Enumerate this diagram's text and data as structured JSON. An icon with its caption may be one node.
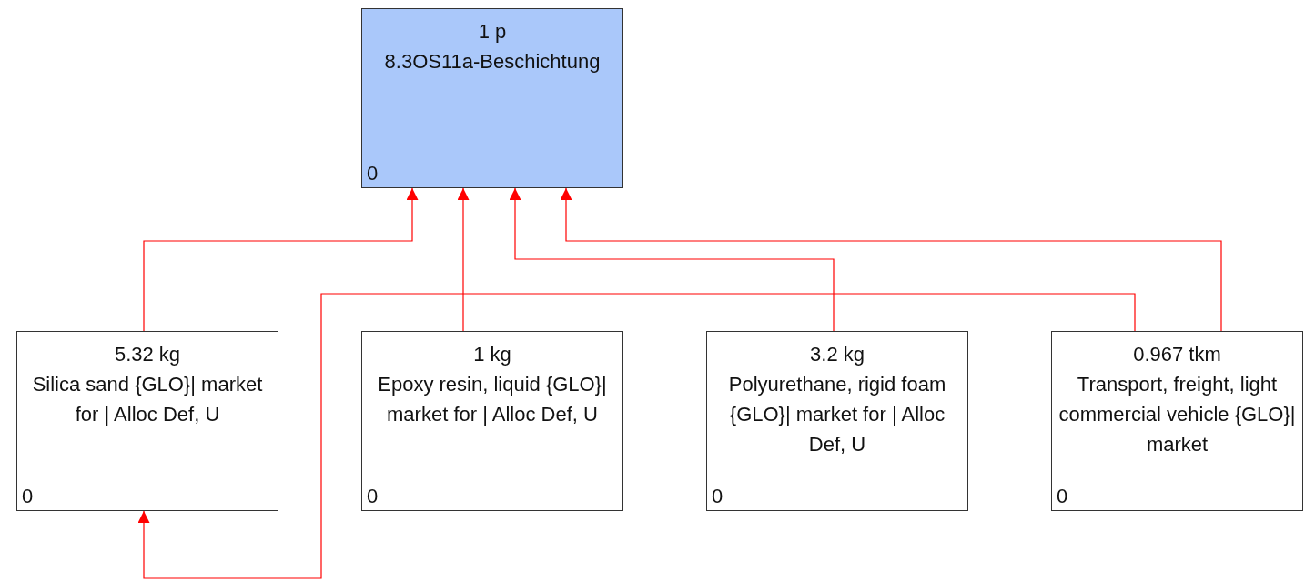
{
  "diagram": {
    "nodes": [
      {
        "text": [
          "1 p",
          "8.3OS11a-Beschichtung",
          "0"
        ]
      },
      {
        "text": [
          "5.32 kg",
          "Silica sand {GLO}| market for | Alloc Def, U",
          "0"
        ]
      },
      {
        "text": [
          "1 kg",
          "Epoxy resin, liquid {GLO}| market for | Alloc Def, U",
          "0"
        ]
      },
      {
        "text": [
          "3.2 kg",
          "Polyurethane, rigid foam {GLO}| market for | Alloc Def, U",
          "0"
        ]
      },
      {
        "text": [
          "0.967 tkm",
          "Transport, freight, light commercial vehicle {GLO}| market",
          "0"
        ]
      }
    ],
    "edges": [
      {
        "from": 1,
        "to": 0,
        "arrow": "to"
      },
      {
        "from": 2,
        "to": 0,
        "arrow": "to"
      },
      {
        "from": 3,
        "to": 0,
        "arrow": "to"
      },
      {
        "from": 4,
        "to": 0,
        "arrow": "to"
      },
      {
        "from": 4,
        "to": 1,
        "arrow": "to"
      }
    ]
  }
}
